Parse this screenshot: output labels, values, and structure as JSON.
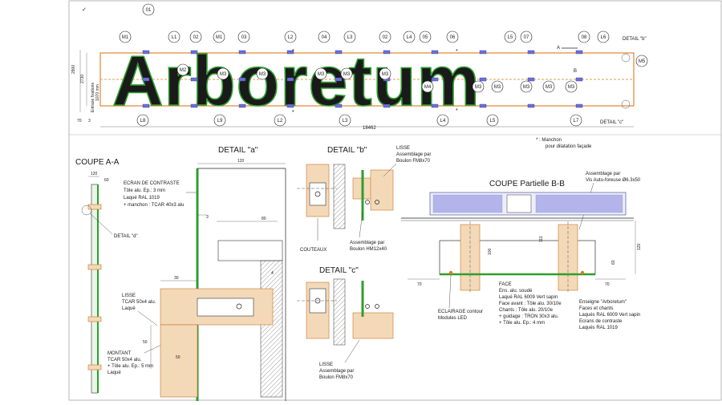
{
  "top": {
    "bubbles": [
      "01",
      "M1",
      "L1",
      "02",
      "M1",
      "03",
      "L2",
      "04",
      "L3",
      "02",
      "L4",
      "05",
      "06",
      "L5",
      "07",
      "08",
      "L6",
      "M2",
      "M3",
      "M3",
      "M3",
      "M3",
      "M3",
      "M4",
      "M3",
      "M3",
      "M3",
      "M3",
      "M3",
      "M5",
      "L8",
      "L9",
      "L2",
      "L3",
      "L4",
      "L5",
      "L7"
    ],
    "detail_b": "DETAIL \"b\"",
    "detail_c": "DETAIL \"c\"",
    "section_a": "A",
    "section_b": "B",
    "dim_total": "18462",
    "dim_2900": "2900",
    "dim_2730": "2730",
    "dim_70": "70",
    "dim_3": "3",
    "entraxe": "Entraxe fixations",
    "entraxe_val": "1070 mm",
    "manchon_star": "* : Manchon",
    "manchon_text": "pour dilatation façade"
  },
  "coupe_aa": {
    "title": "COUPE A-A",
    "dim_120": "120",
    "dim_60": "60",
    "detail_d": "DETAIL \"d\"",
    "ecran_lines": [
      "ECRAN DE CONTRASTE",
      "Tôle alu. Ep.: 3 mm",
      "Laqué RAL 1019",
      "+ manchon : TCAR 40x3 alu"
    ],
    "lisse_lines": [
      "LISSE",
      "TCAR 50x4 alu.",
      "Laqué"
    ],
    "montant_lines": [
      "MONTANT",
      "TCAR 50x4 alu.",
      "+ Tôle alu. Ep.: 5 mm",
      "Laqué"
    ]
  },
  "detail_a": {
    "title": "DETAIL \"a\"",
    "dim_120": "120",
    "dim_80": "80",
    "dim_3": "3",
    "dim_30": "30",
    "dim_4": "4",
    "dim_50": "50",
    "dim_50b": "50"
  },
  "detail_b_sec": {
    "title": "DETAIL \"b\"",
    "lisse_lines": [
      "LISSE",
      "Assemblage par",
      "Boulon FM8x70"
    ],
    "couteaux": "COUTEAUX",
    "boulon_lines": [
      "Assemblage par",
      "Boulon HM12x40"
    ]
  },
  "detail_c_sec": {
    "title": "DETAIL \"c\"",
    "lisse_lines": [
      "LISSE",
      "Assemblage par",
      "Boulon FM8x70"
    ]
  },
  "coupe_bb": {
    "title": "COUPE Partielle B-B",
    "assembly_lines": [
      "Assemblage par",
      "Vis Auto-foreuse Ø6.3x50"
    ],
    "dim_70": "70",
    "dim_70b": "70",
    "dim_120": "120",
    "dim_100": "100",
    "dim_60": "60",
    "dim_111": "111",
    "eclairage_lines": [
      "ECLAIRAGE contour",
      "Modules LED"
    ],
    "face_lines": [
      "FACE",
      "Ens. alu. soudé",
      "Laqué RAL 6009 Vert sapin",
      "Face avant : Tôle alu. 30/10e",
      "Chants : Tôle alu. 20/10e",
      "+ guidage : TRON 30x3 alu.",
      "+ Tôle alu. Ep.: 4 mm"
    ],
    "enseigne_lines": [
      "Enseigne \"Arboretum\"",
      "Faces et chants",
      "Laqués RAL 6009 Vert sapin",
      "Ecrans de contraste",
      "Laqués RAL 1019"
    ]
  }
}
